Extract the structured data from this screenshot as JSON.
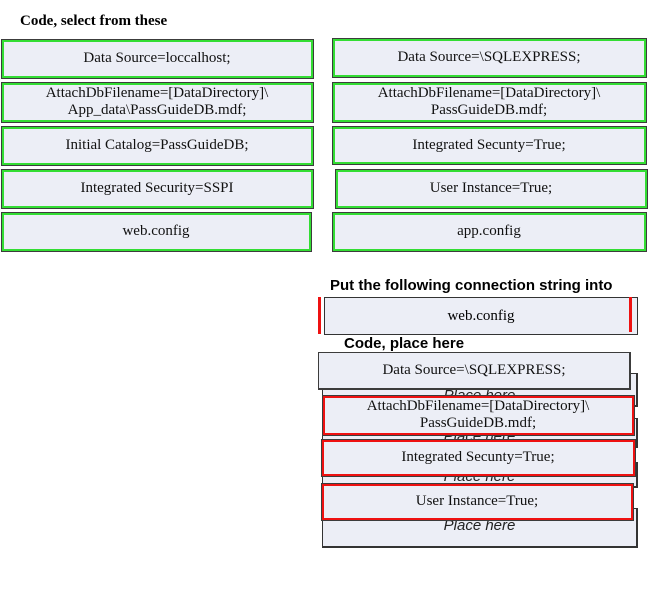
{
  "source_heading": "Code, select from these",
  "left_options": [
    [
      "Data Source=loccalhost;"
    ],
    [
      "AttachDbFilename=[DataDirectory]\\",
      "App_data\\PassGuideDB.mdf;"
    ],
    [
      "Initial Catalog=PassGuideDB;"
    ],
    [
      "Integrated Security=SSPI"
    ],
    [
      "web.config"
    ]
  ],
  "right_options": [
    [
      "Data Source=\\SQLEXPRESS;"
    ],
    [
      "AttachDbFilename=[DataDirectory]\\",
      "PassGuideDB.mdf;"
    ],
    [
      "Integrated Secunty=True;"
    ],
    [
      "User Instance=True;"
    ],
    [
      "app.config"
    ]
  ],
  "target_heading": "Put the following connection string into",
  "target_file": "web.config",
  "place_heading": "Code, place here",
  "placeholder": "Place here",
  "placed_items": [
    [
      "Data Source=\\SQLEXPRESS;"
    ],
    [
      "AttachDbFilename=[DataDirectory]\\",
      "PassGuideDB.mdf;"
    ],
    [
      "Integrated Secunty=True;"
    ],
    [
      "User Instance=True;"
    ]
  ]
}
